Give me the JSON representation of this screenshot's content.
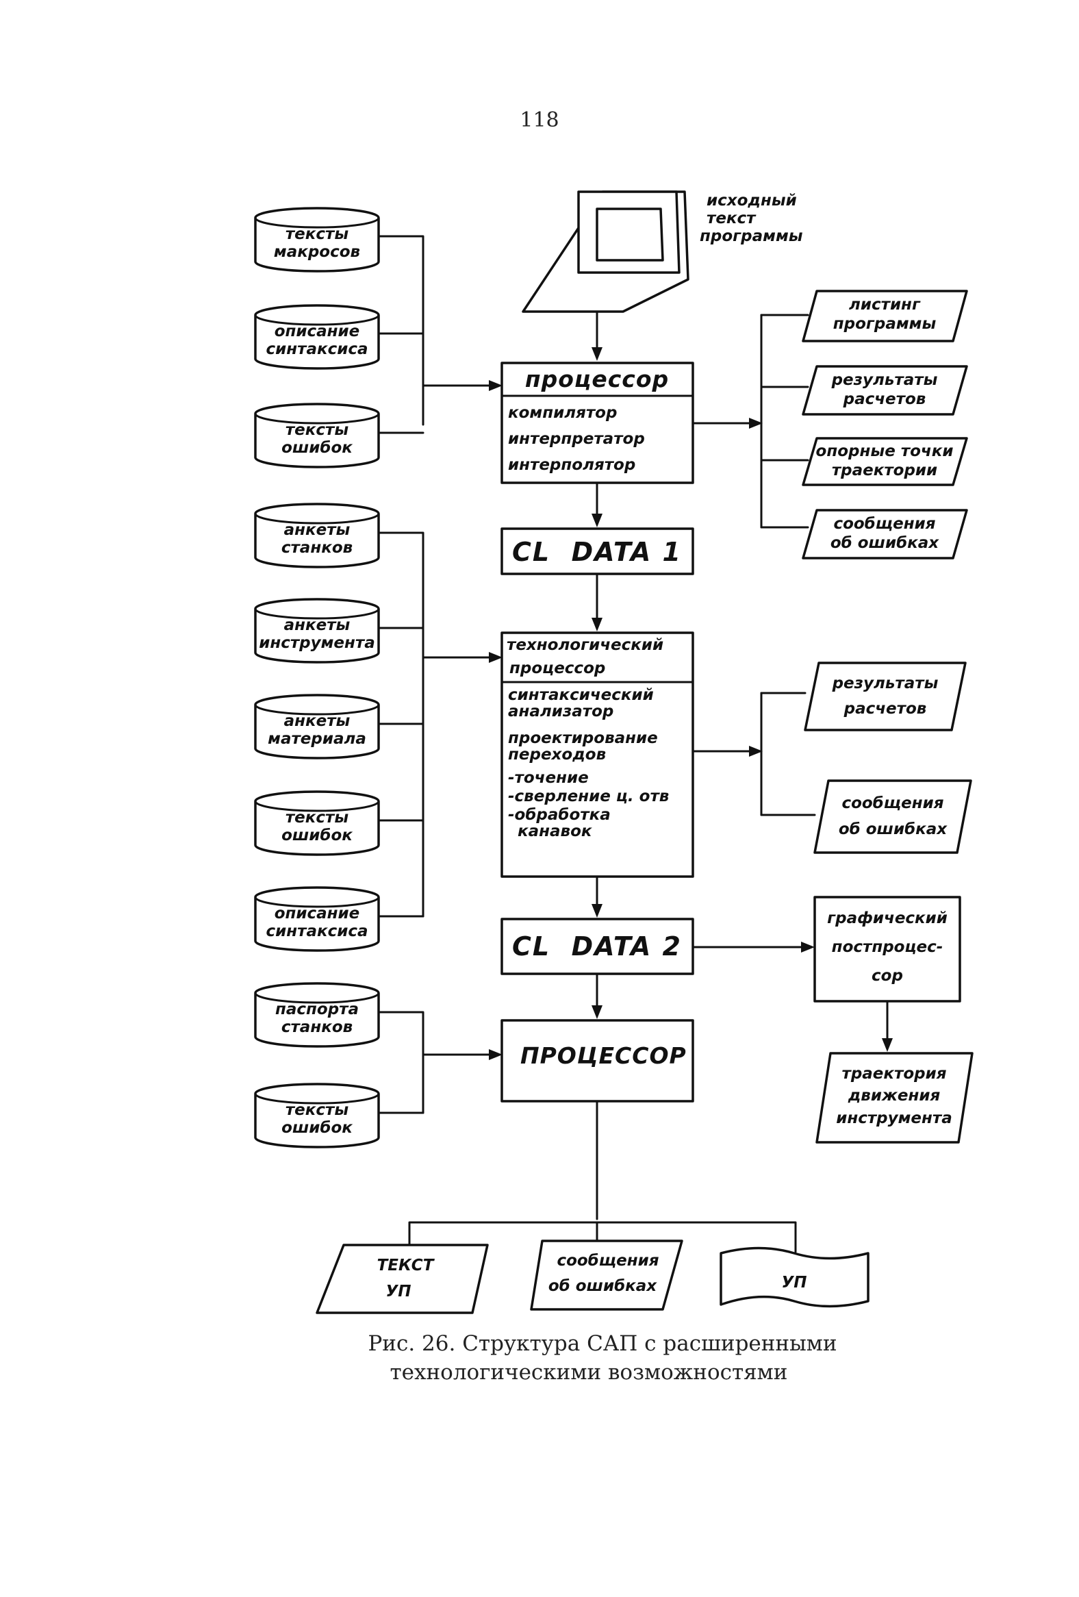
{
  "page_number": "118",
  "caption": {
    "line1": "Рис. 26. Структура САП с расширенными",
    "line2": "технологическими возможностями"
  },
  "source_terminal": {
    "line1": "исходный",
    "line2": "текст",
    "line3": "программы"
  },
  "left_group_1": [
    {
      "line1": "тексты",
      "line2": "макросов"
    },
    {
      "line1": "описание",
      "line2": "синтаксиса"
    },
    {
      "line1": "тексты",
      "line2": "ошибок"
    }
  ],
  "left_group_2": [
    {
      "line1": "анкеты",
      "line2": "станков"
    },
    {
      "line1": "анкеты",
      "line2": "инструмента"
    },
    {
      "line1": "анкеты",
      "line2": "материала"
    },
    {
      "line1": "тексты",
      "line2": "ошибок"
    },
    {
      "line1": "описание",
      "line2": "синтаксиса"
    }
  ],
  "left_group_3": [
    {
      "line1": "паспорта",
      "line2": "станков"
    },
    {
      "line1": "тексты",
      "line2": "ошибок"
    }
  ],
  "processor_1": {
    "title": "процессор",
    "line1": "компилятор",
    "line2": "интерпретатор",
    "line3": "интерполятор"
  },
  "cl_data_1": "CL  DATA 1",
  "tech_processor": {
    "title1": "технологический",
    "title2": "процессор",
    "lines": [
      "синтаксический",
      "анализатор",
      "проектирование",
      "переходов",
      "-точение",
      "-сверление ц. отв",
      "-обработка",
      "канавок"
    ]
  },
  "cl_data_2": "CL  DATA 2",
  "processor_3": "ПРОЦЕССОР",
  "outputs_1": [
    {
      "line1": "листинг",
      "line2": "программы"
    },
    {
      "line1": "результаты",
      "line2": "расчетов"
    },
    {
      "line1": "опорные точки",
      "line2": "траектории"
    },
    {
      "line1": "сообщения",
      "line2": "об ошибках"
    }
  ],
  "outputs_2": [
    {
      "line1": "результаты",
      "line2": "расчетов"
    },
    {
      "line1": "сообщения",
      "line2": "об ошибках"
    }
  ],
  "graphic_postprocessor": {
    "line1": "графический",
    "line2": "постпроцес-",
    "line3": "сор"
  },
  "trajectory": {
    "line1": "траектория",
    "line2": "движения",
    "line3": "инструмента"
  },
  "bottom_outputs": {
    "text_up": {
      "line1": "ТЕКСТ",
      "line2": "УП"
    },
    "errors": {
      "line1": "сообщения",
      "line2": "об ошибках"
    },
    "up": "УП"
  }
}
